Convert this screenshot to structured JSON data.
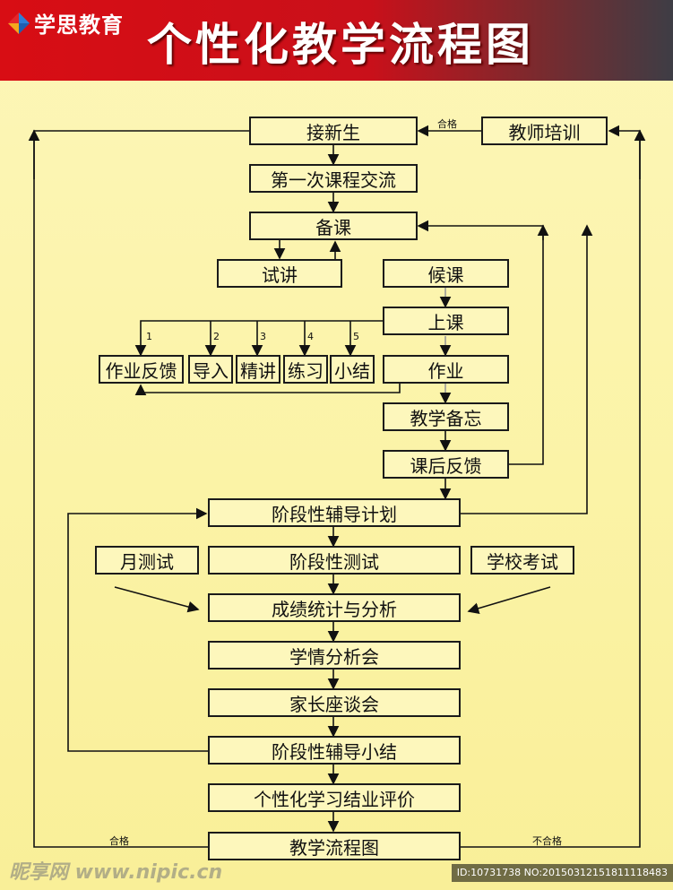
{
  "header": {
    "logo_text": "学思教育",
    "title": "个性化教学流程图",
    "colors": {
      "left": "#d80d14",
      "right": "#3e3d45"
    }
  },
  "nodes": {
    "jiexinsheng": "接新生",
    "jiaoshi_peixun": "教师培训",
    "diyici": "第一次课程交流",
    "beike": "备课",
    "shijiang": "试讲",
    "houke": "候课",
    "shangke": "上课",
    "zuoye_fankui": "作业反馈",
    "daoru": "导入",
    "jingjiang": "精讲",
    "lianxi": "练习",
    "xiaojie": "小结",
    "zuoye": "作业",
    "jiaoxue_beiwang": "教学备忘",
    "kehou_fankui": "课后反馈",
    "jieduan_jihua": "阶段性辅导计划",
    "yue_ceshi": "月测试",
    "jieduan_ceshi": "阶段性测试",
    "xuexiao_kaoshi": "学校考试",
    "chengji_tongji": "成绩统计与分析",
    "xueqing": "学情分析会",
    "jiazhang": "家长座谈会",
    "jieduan_xiaojie": "阶段性辅导小结",
    "jieye_pingjia": "个性化学习结业评价",
    "liuchengtu": "教学流程图"
  },
  "labels": {
    "hege_top": "合格",
    "hege_bottom": "合格",
    "buhege": "不合格",
    "n1": "1",
    "n2": "2",
    "n3": "3",
    "n4": "4",
    "n5": "5"
  },
  "watermark": {
    "left": "昵享网 www.nipic.cn",
    "right": "ID:10731738 NO:20150312151811118483"
  }
}
